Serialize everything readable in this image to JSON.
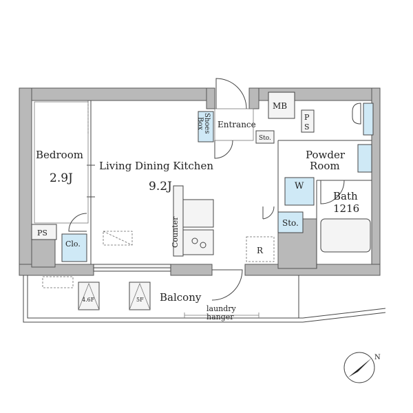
{
  "rooms": {
    "bedroom": {
      "name": "Bedroom",
      "size": "2.9J"
    },
    "ldk": {
      "name": "Living Dining Kitchen",
      "size": "9.2J"
    },
    "powder": {
      "line1": "Powder",
      "line2": "Room"
    },
    "bath": {
      "name": "Bath",
      "size": "1216"
    },
    "balcony": {
      "name": "Balcony"
    }
  },
  "labels": {
    "entrance": "Entrance",
    "shoes_box_line1": "Shoes",
    "shoes_box_line2": "Box",
    "mb": "MB",
    "ps_top": "PS",
    "ps_bottom": "PS",
    "storage_small": "Sto.",
    "storage_bath": "Sto.",
    "washer": "W",
    "counter": "Counter",
    "closet": "Clo.",
    "refrigerator": "R",
    "hatch_46f": "4.6F",
    "hatch_5f": "5F",
    "laundry_line1": "laundry",
    "laundry_line2": "hanger",
    "compass": "N"
  },
  "colors": {
    "wall": "#b9b9b9",
    "water_area": "#cfe9f6"
  }
}
